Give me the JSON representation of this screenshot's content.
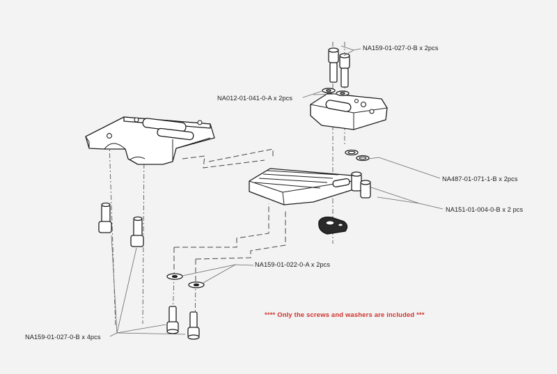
{
  "labels": {
    "top_screws": "NA159-01-027-0-B x 2pcs",
    "top_washers": "NA012-01-041-0-A x 2pcs",
    "o_rings": "NA487-01-071-1-B x 2pcs",
    "standoffs": "NA151-01-004-0-B x 2 pcs",
    "lower_washers": "NA159-01-022-0-A x 2pcs",
    "bottom_screws": "NA159-01-027-0-B x 4pcs"
  },
  "note": "**** Only the screws and washers are included ***",
  "colors": {
    "background": "#f3f3f3",
    "note": "#d0322b",
    "line": "#1c1c1c"
  }
}
